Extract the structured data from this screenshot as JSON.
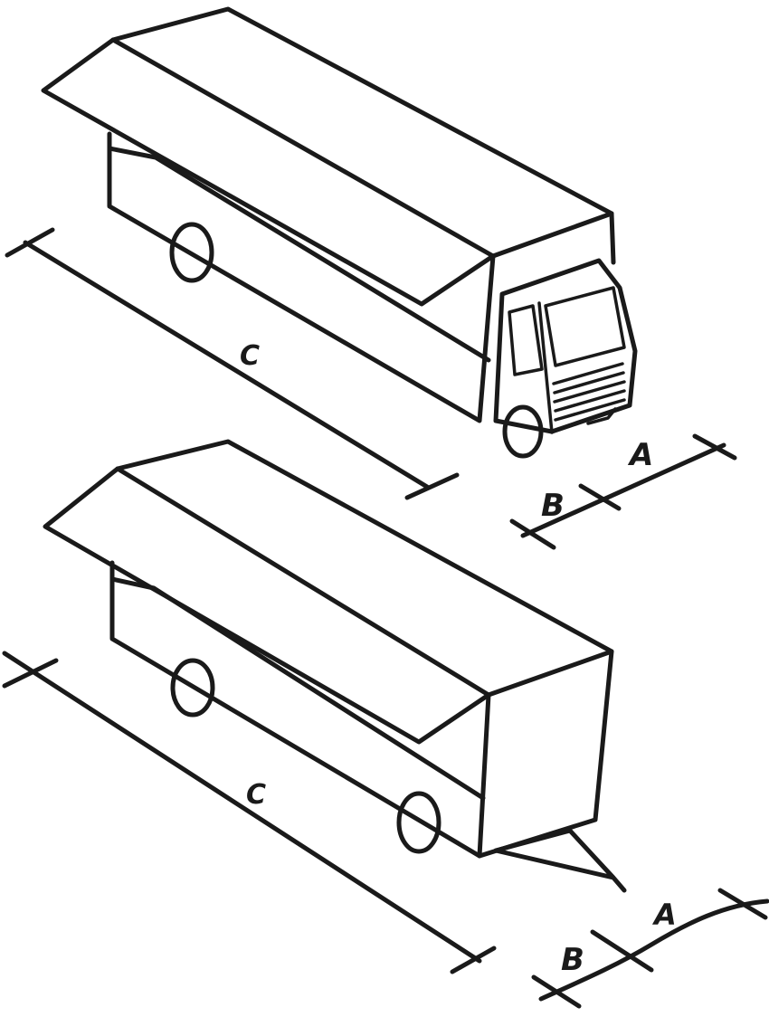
{
  "colors": {
    "paper": "#ffffff",
    "ink": "#1a1a1a"
  },
  "figures": [
    {
      "name": "truck",
      "labels": {
        "a": "A",
        "b": "B",
        "c": "C"
      }
    },
    {
      "name": "trailer",
      "labels": {
        "a": "A",
        "b": "B",
        "c": "C"
      }
    }
  ]
}
